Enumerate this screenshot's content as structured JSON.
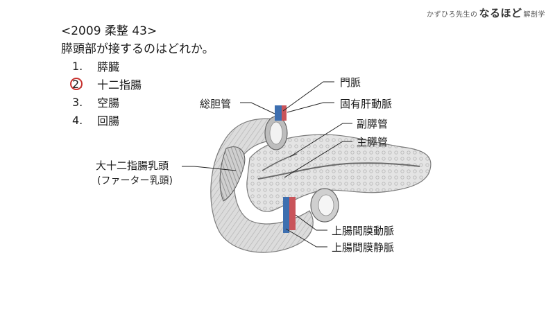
{
  "brand": {
    "prefix": "かずひろ先生の",
    "main": "なるほど",
    "suffix": "解剖学"
  },
  "question": {
    "header": "<2009 柔整 43>",
    "text": "膵頭部が接するのはどれか。",
    "choices": [
      {
        "num": "1.",
        "label": "膵臓",
        "circled": false
      },
      {
        "num": "2.",
        "label": "十二指腸",
        "circled": true
      },
      {
        "num": "3.",
        "label": "空腸",
        "circled": false
      },
      {
        "num": "4.",
        "label": "回腸",
        "circled": false
      }
    ]
  },
  "figure": {
    "labels": {
      "portal_vein": "門脈",
      "common_bile_duct": "総胆管",
      "proper_hepatic_artery": "固有肝動脈",
      "accessory_pancreatic_duct": "副膵管",
      "main_pancreatic_duct": "主膵管",
      "major_papilla": "大十二指腸乳頭",
      "major_papilla_alt": "(ファーター乳頭)",
      "sma": "上腸間膜動脈",
      "smv": "上腸間膜静脈"
    },
    "colors": {
      "artery": "#c9545a",
      "vein": "#3d6fb0",
      "tissue": "#d9d9d9",
      "leader": "#222222"
    }
  }
}
